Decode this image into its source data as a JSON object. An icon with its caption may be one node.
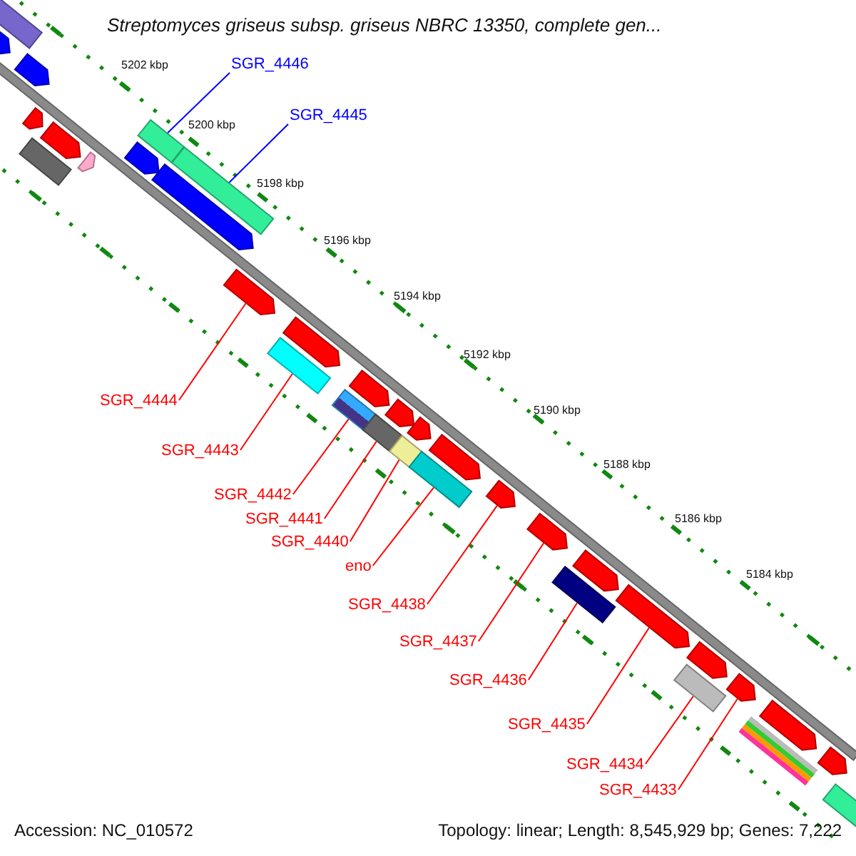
{
  "diagram": {
    "title": "Streptomyces griseus subsp. griseus NBRC 13350, complete gen...",
    "nodes": [
      {
        "text": [
          "SGR_4446"
        ]
      },
      {
        "text": [
          "SGR_4445"
        ]
      },
      {
        "text": [
          "SGR_4444"
        ]
      },
      {
        "text": [
          "SGR_4443"
        ]
      },
      {
        "text": [
          "SGR_4442"
        ]
      },
      {
        "text": [
          "SGR_4441"
        ]
      },
      {
        "text": [
          "SGR_4440"
        ]
      },
      {
        "text": [
          "eno"
        ]
      },
      {
        "text": [
          "SGR_4438"
        ]
      },
      {
        "text": [
          "SGR_4437"
        ]
      },
      {
        "text": [
          "SGR_4436"
        ]
      },
      {
        "text": [
          "SGR_4435"
        ]
      },
      {
        "text": [
          "SGR_4434"
        ]
      },
      {
        "text": [
          "SGR_4433"
        ]
      },
      {
        "text": [],
        "shape": "bar"
      },
      {
        "text": [],
        "shape": "bar"
      },
      {
        "text": [],
        "shape": "bar"
      },
      {
        "text": [],
        "shape": "bar"
      },
      {
        "text": [],
        "shape": "bar"
      },
      {
        "text": [],
        "shape": "bar"
      },
      {
        "text": [],
        "shape": "bar"
      },
      {
        "text": [],
        "shape": "bar"
      },
      {
        "text": [],
        "shape": "bar"
      },
      {
        "text": [],
        "shape": "bar"
      },
      {
        "text": [],
        "shape": "bar"
      },
      {
        "text": [],
        "shape": "bar"
      },
      {
        "text": [],
        "shape": "bar"
      },
      {
        "text": [],
        "shape": "bar"
      },
      {
        "text": [],
        "shape": "bar"
      },
      {
        "text": [],
        "shape": "bar"
      },
      {
        "text": [],
        "shape": "bar"
      },
      {
        "text": [],
        "shape": "bar"
      },
      {
        "text": [],
        "shape": "bar"
      },
      {
        "text": [],
        "shape": "bar"
      },
      {
        "text": [],
        "shape": "bar"
      },
      {
        "text": [],
        "shape": "bar"
      },
      {
        "text": [],
        "shape": "bar"
      },
      {
        "text": [],
        "shape": "bar"
      },
      {
        "text": [],
        "shape": "bar"
      },
      {
        "text": [],
        "shape": "bar"
      },
      {
        "text": [],
        "shape": "bar"
      },
      {
        "text": [],
        "shape": "bar"
      },
      {
        "text": [],
        "shape": "bar"
      },
      {
        "text": [],
        "shape": "bar"
      },
      {
        "text": [],
        "shape": "bar"
      },
      {
        "text": [],
        "shape": "bar"
      },
      {
        "text": [],
        "shape": "bar"
      },
      {
        "text": [],
        "shape": "bar"
      }
    ],
    "edges": [
      {
        "from": 0,
        "to": 14,
        "arrow": "none",
        "color": "#0000ff"
      },
      {
        "from": 1,
        "to": 15,
        "arrow": "none",
        "color": "#0000ff"
      },
      {
        "from": 2,
        "to": 16,
        "arrow": "none"
      },
      {
        "from": 3,
        "to": 17,
        "arrow": "none"
      },
      {
        "from": 4,
        "to": 18,
        "arrow": "none"
      },
      {
        "from": 5,
        "to": 19,
        "arrow": "none"
      },
      {
        "from": 6,
        "to": 20,
        "arrow": "none"
      },
      {
        "from": 7,
        "to": 21,
        "arrow": "none"
      },
      {
        "from": 8,
        "to": 22,
        "arrow": "none"
      },
      {
        "from": 9,
        "to": 23,
        "arrow": "none"
      },
      {
        "from": 10,
        "to": 24,
        "arrow": "none"
      },
      {
        "from": 11,
        "to": 25,
        "arrow": "none"
      },
      {
        "from": 12,
        "to": 26,
        "arrow": "none"
      },
      {
        "from": 13,
        "to": 27,
        "arrow": "none"
      }
    ],
    "labels": [
      "5202 kbp",
      "5200 kbp",
      "5198 kbp",
      "5196 kbp",
      "5194 kbp",
      "5192 kbp",
      "5190 kbp",
      "5188 kbp",
      "5186 kbp",
      "5184 kbp",
      "Accession: NC_010572",
      "Topology: linear; Length: 8,545,929 bp; Genes: 7,222"
    ]
  }
}
